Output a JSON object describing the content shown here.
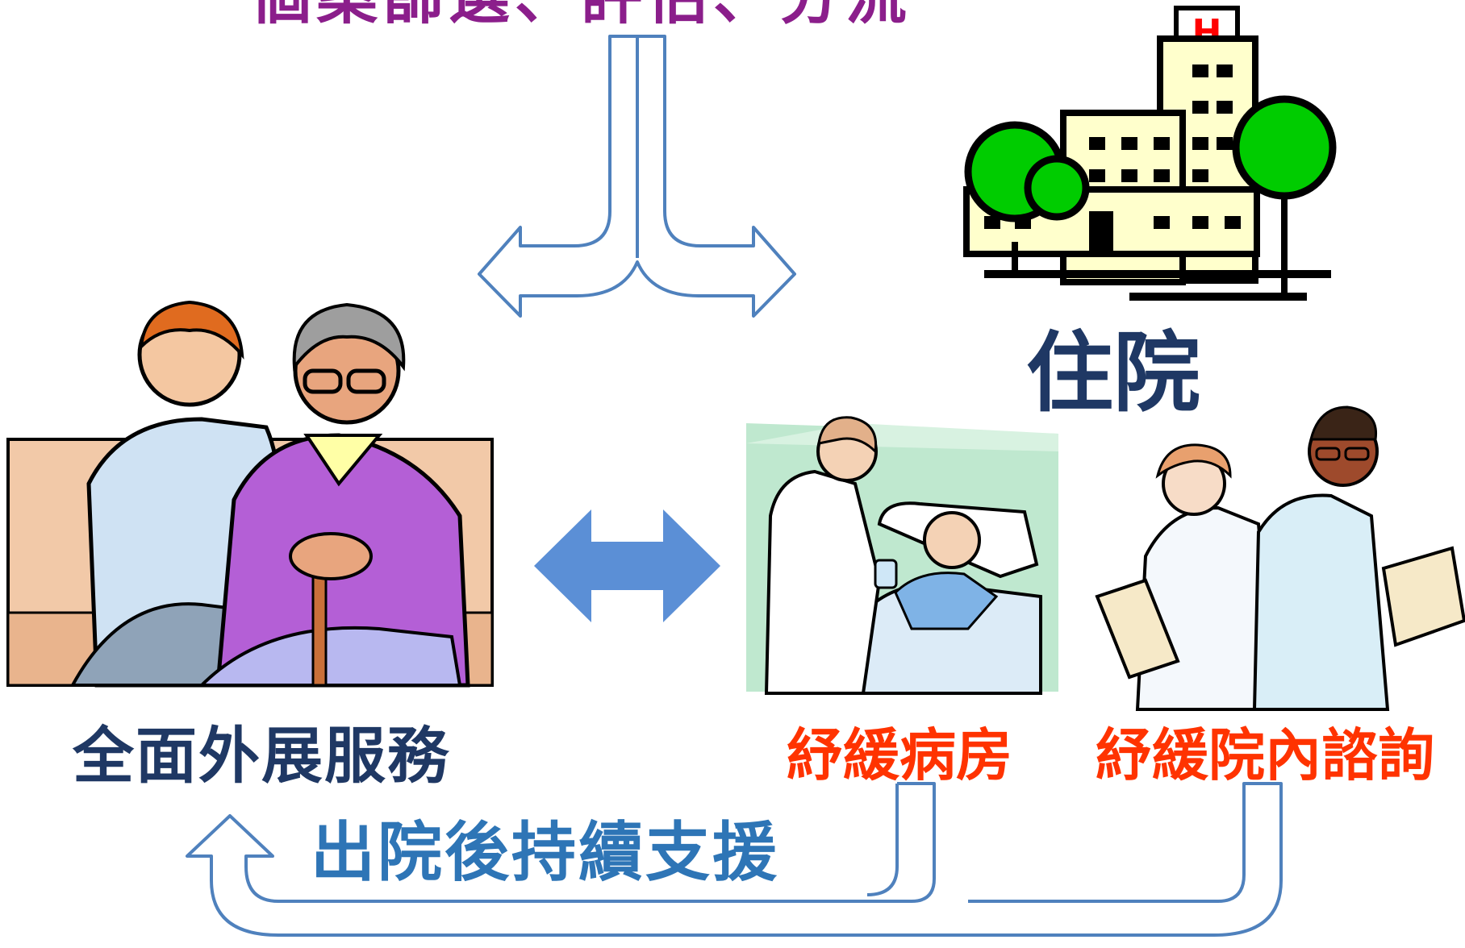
{
  "colors": {
    "title": "#8B1E8B",
    "navy": "#1F3864",
    "orange": "#FF3300",
    "blue_text": "#2E75B6",
    "outline_arrow": "#4F81BD",
    "solid_arrow": "#5B8FD6"
  },
  "title": "個案篩選、評估、分流",
  "hospital_label": "住院",
  "outreach_label": "全面外展服務",
  "ward_label": "紓緩病房",
  "consult_label": "紓緩院內諮詢",
  "support_label": "出院後持續支援",
  "hospital_sign": "H",
  "icons": {
    "hospital": "hospital-building-icon",
    "elderly": "elderly-couple-icon",
    "ward": "patient-bed-nurse-icon",
    "consult": "medical-staff-icon"
  }
}
